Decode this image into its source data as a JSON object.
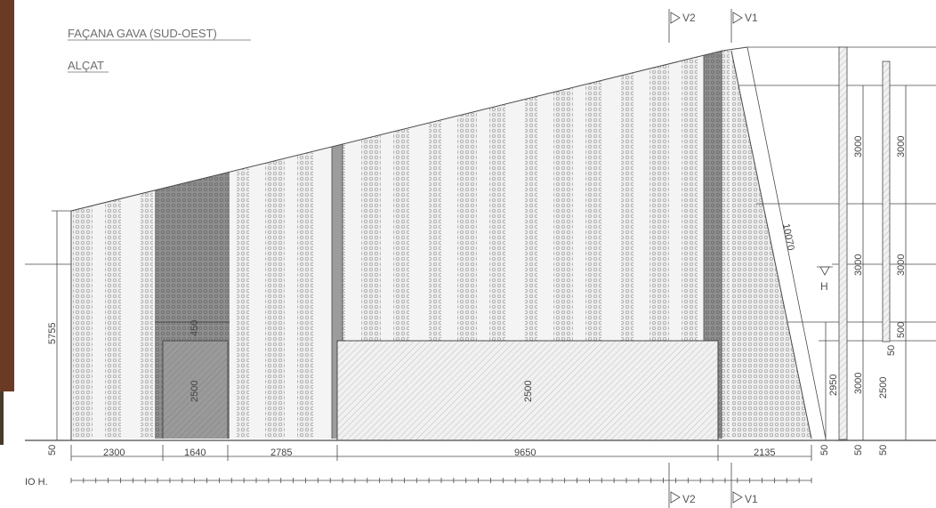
{
  "drawing": {
    "title": "FAÇANA GAVA (SUD-OEST)",
    "subtitle": "ALÇAT",
    "scale_label": "IO H.",
    "section_marks": {
      "v1_top": "V1",
      "v2_top": "V2",
      "v1_bottom": "V1",
      "v2_bottom": "V2",
      "level": "H"
    },
    "dimensions": {
      "base_50_left": "50",
      "height_5755": "5755",
      "panel_450": "450",
      "panel_2500_left": "2500",
      "panel_2500_center": "2500",
      "width_2300": "2300",
      "width_1640": "1640",
      "width_2785": "2785",
      "width_9650": "9650",
      "width_2135": "2135",
      "diagonal_10070": "10070",
      "height_2950": "2950",
      "base_50_right": "50",
      "right_col1": [
        "3000",
        "3000",
        "3000"
      ],
      "right_col1_base": "50",
      "right_col2": [
        "3000",
        "3000",
        "500",
        "2500"
      ],
      "right_col2_extra": "50",
      "right_col2_base": "50"
    }
  },
  "colors": {
    "line": "#4a4a4a",
    "dark_panel": "#8f8f8f",
    "darker_panel": "#7a7a7a",
    "light_stripe": "#f2f2f2",
    "hatch": "#9a9a9a",
    "dots": "#b5b5b5",
    "left_border": "#6b3a24"
  }
}
